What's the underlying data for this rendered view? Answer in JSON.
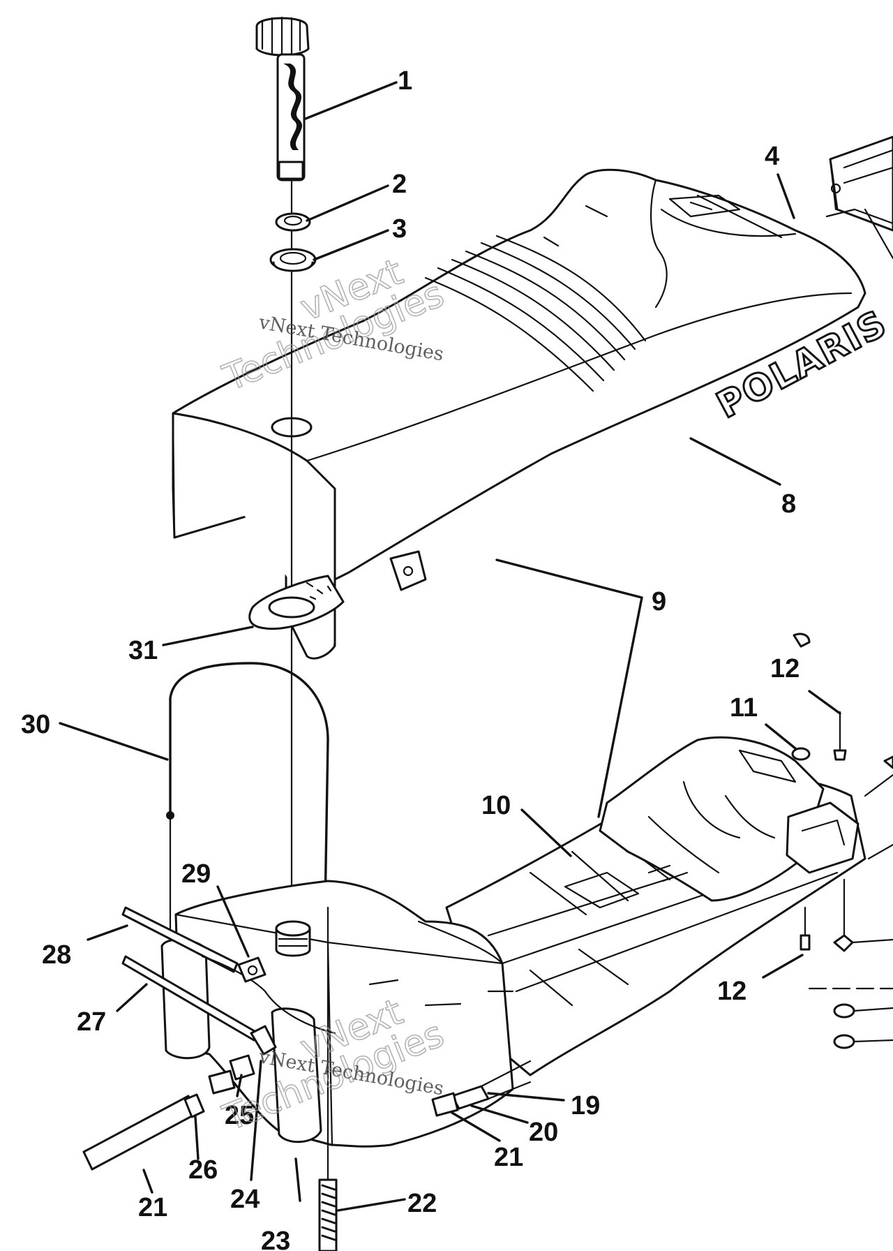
{
  "brand_text": "POLARIS",
  "watermark": {
    "line1": "vNext",
    "line2": "Technologies",
    "small": "vNext Technologies"
  },
  "callouts": [
    "1",
    "2",
    "3",
    "4",
    "8",
    "9",
    "10",
    "11",
    "12",
    "12",
    "19",
    "20",
    "21",
    "21",
    "22",
    "23",
    "24",
    "25",
    "26",
    "27",
    "28",
    "29",
    "30",
    "31"
  ]
}
